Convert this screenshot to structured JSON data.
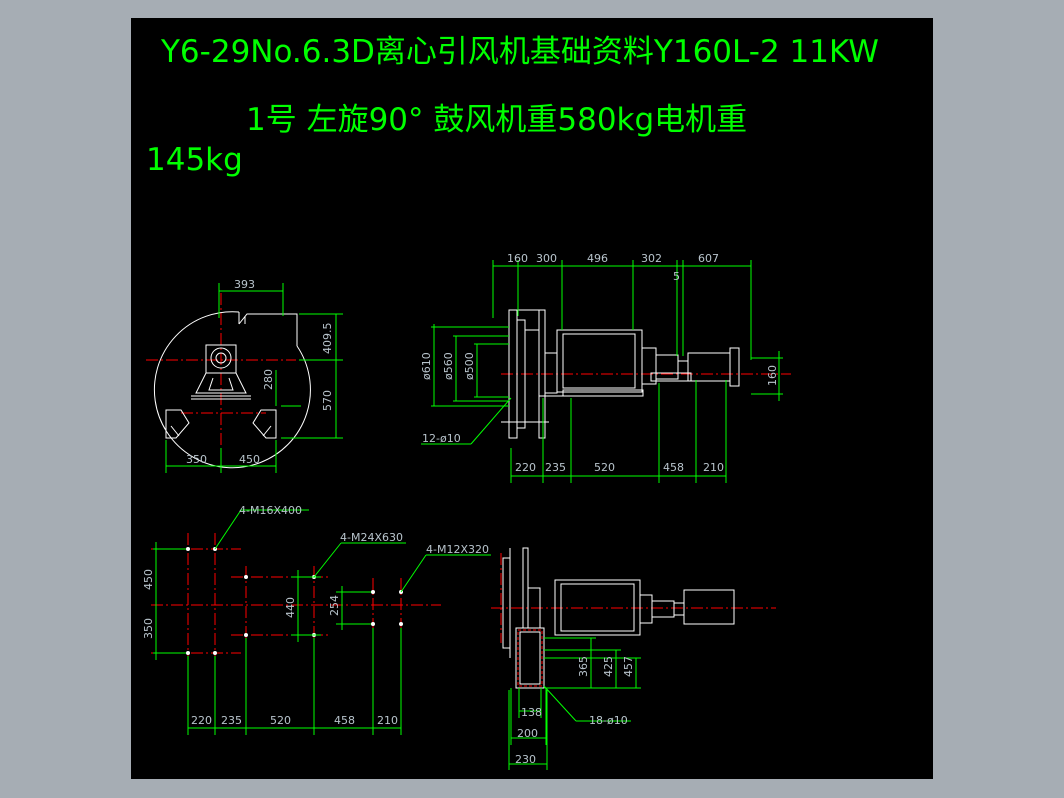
{
  "title_line1": "Y6-29No.6.3D离心引风机基础资料Y160L-2 11KW",
  "title_line2": "1号 左旋90° 鼓风机重580kg电机重",
  "title_line3": "145kg",
  "dims": {
    "end_393": "393",
    "end_409_5": "409.5",
    "end_280": "280",
    "end_570": "570",
    "end_350": "350",
    "end_450": "450",
    "top_160": "160",
    "top_300": "300",
    "top_496": "496",
    "top_302": "302",
    "top_607": "607",
    "top_5": "5",
    "d610": "ø610",
    "d560": "ø560",
    "d500": "ø500",
    "holes_12": "12-ø10",
    "r160": "160",
    "b220": "220",
    "b235": "235",
    "b520": "520",
    "b458": "458",
    "b210": "210",
    "m16": "4-M16X400",
    "m24": "4-M24X630",
    "m12": "4-M12X320",
    "p450": "450",
    "p350": "350",
    "p440": "440",
    "p254": "254",
    "pb220": "220",
    "pb235": "235",
    "pb520": "520",
    "pb458": "458",
    "pb210": "210",
    "s365": "365",
    "s425": "425",
    "s457": "457",
    "s138": "138",
    "s200": "200",
    "s230": "230",
    "holes_18": "18-ø10"
  },
  "colors": {
    "background": "#000000",
    "frame": "#a6adb4",
    "title": "#00ff00",
    "outline": "#ffffff",
    "centerline": "#ff0000",
    "dimension": "#00ff00",
    "dim_text": "#b8c4cc"
  }
}
